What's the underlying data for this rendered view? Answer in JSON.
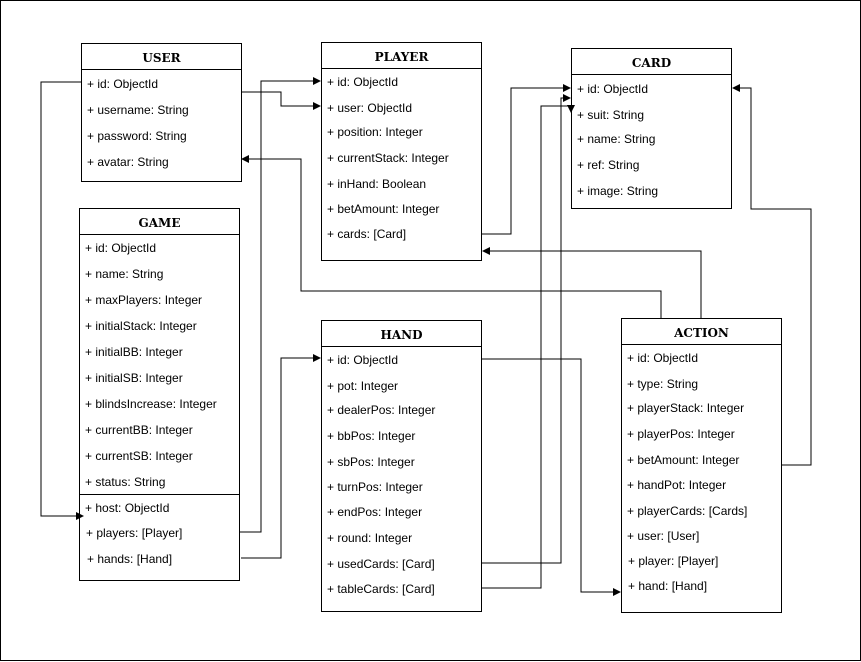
{
  "entities": {
    "user": {
      "title": "USER",
      "fields": [
        "+ id: ObjectId",
        "+ username: String",
        "+ password: String",
        "+ avatar: String"
      ]
    },
    "player": {
      "title": "PLAYER",
      "fields": [
        "+ id: ObjectId",
        "+ user: ObjectId",
        "+ position: Integer",
        "+ currentStack: Integer",
        "+ inHand: Boolean",
        "+ betAmount: Integer",
        "+ cards: [Card]"
      ]
    },
    "card": {
      "title": "CARD",
      "fields": [
        "+ id: ObjectId",
        "+ suit: String",
        "+ name: String",
        "+ ref: String",
        "+ image: String"
      ]
    },
    "game": {
      "title": "GAME",
      "fields": [
        "+ id: ObjectId",
        "+ name: String",
        "+ maxPlayers: Integer",
        "+ initialStack: Integer",
        "+ initialBB: Integer",
        "+ initialSB: Integer",
        "+ blindsIncrease: Integer",
        "+ currentBB: Integer",
        "+ currentSB: Integer",
        "+ status: String",
        "+ host: ObjectId",
        "+ players: [Player]",
        "+ hands: [Hand]"
      ]
    },
    "hand": {
      "title": "HAND",
      "fields": [
        "+ id: ObjectId",
        "+ pot: Integer",
        "+ dealerPos: Integer",
        "+ bbPos: Integer",
        "+ sbPos: Integer",
        "+ turnPos: Integer",
        "+ endPos: Integer",
        "+ round: Integer",
        "+ usedCards: [Card]",
        "+ tableCards: [Card]"
      ]
    },
    "action": {
      "title": "ACTION",
      "fields": [
        "+ id: ObjectId",
        "+ type: String",
        "+ playerStack: Integer",
        "+ playerPos: Integer",
        "+ betAmount: Integer",
        "+ handPot: Integer",
        "+ playerCards: [Cards]",
        "+ user: [User]",
        "+ player: [Player]",
        "+ hand: [Hand]"
      ]
    }
  }
}
